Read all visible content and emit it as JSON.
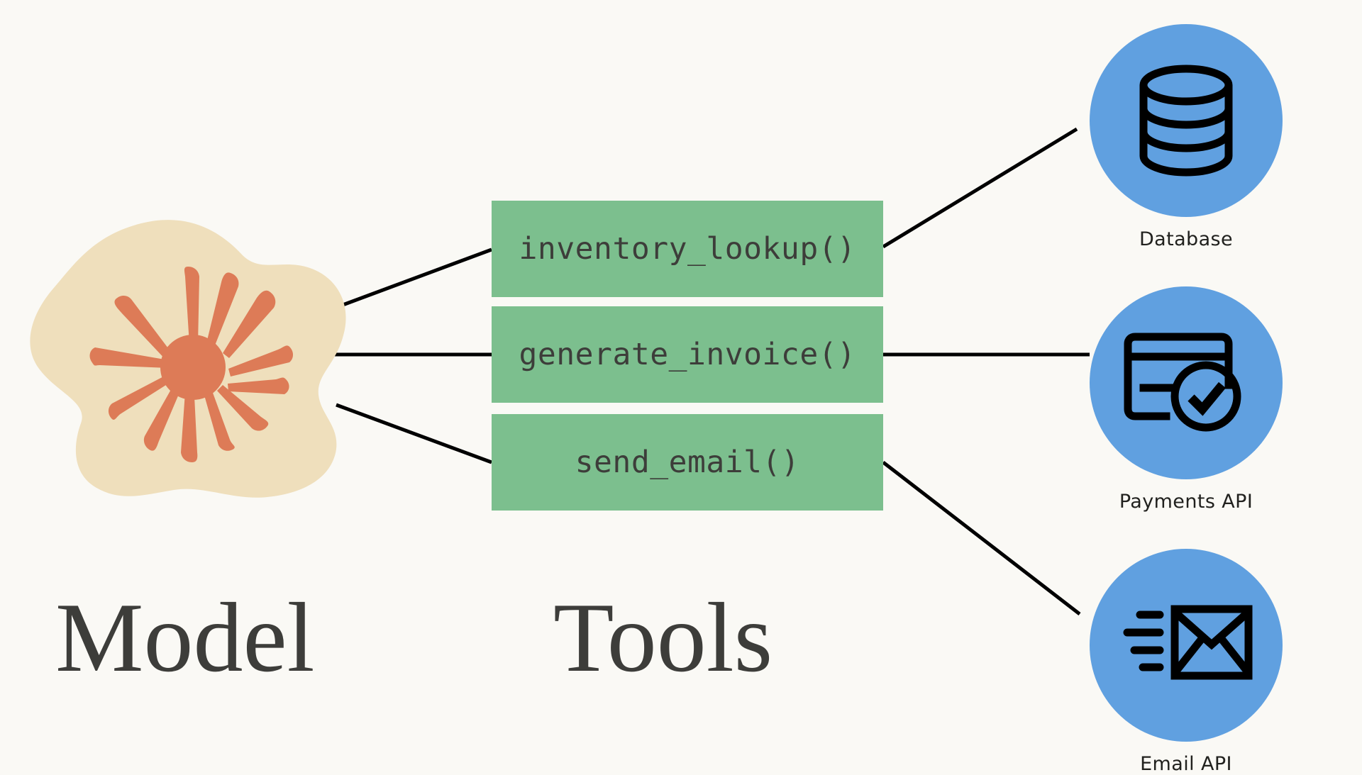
{
  "diagram": {
    "title": "Model Tools Integration Diagram",
    "background_color": "#faf9f5"
  },
  "colors": {
    "background": "#faf9f5",
    "tool_box": "#7cbf8e",
    "service_circle": "#60a0e0",
    "model_blob": "#efdfbc",
    "model_star": "#dd7b57",
    "text_dark": "#3d3d3a",
    "edge": "#000000"
  },
  "model": {
    "caption": "Model",
    "blob_icon": "organic-blob-shape",
    "star_icon": "anthropic-starburst-icon"
  },
  "tools": {
    "caption": "Tools",
    "items": [
      {
        "label": "inventory_lookup()",
        "icon": "tool-box"
      },
      {
        "label": "generate_invoice()",
        "icon": "tool-box"
      },
      {
        "label": "send_email()",
        "icon": "tool-box"
      }
    ]
  },
  "services": {
    "items": [
      {
        "label": "Database",
        "icon": "database-icon"
      },
      {
        "label": "Payments API",
        "icon": "credit-card-check-icon"
      },
      {
        "label": "Email API",
        "icon": "envelope-send-icon"
      }
    ]
  },
  "edges": [
    {
      "from": "model",
      "to": "inventory_lookup()"
    },
    {
      "from": "model",
      "to": "generate_invoice()"
    },
    {
      "from": "model",
      "to": "send_email()"
    },
    {
      "from": "inventory_lookup()",
      "to": "Database"
    },
    {
      "from": "generate_invoice()",
      "to": "Payments API"
    },
    {
      "from": "send_email()",
      "to": "Email API"
    }
  ]
}
